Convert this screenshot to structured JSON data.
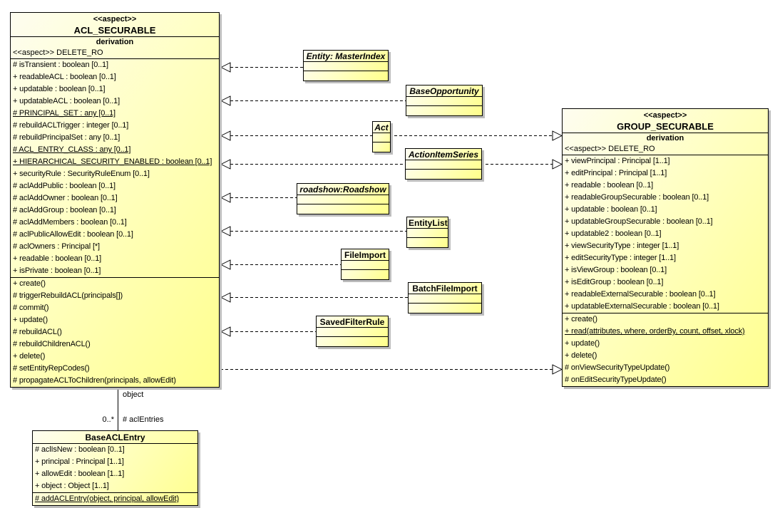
{
  "acl": {
    "stereotype": "<<aspect>>",
    "name": "ACL_SECURABLE",
    "tag": "derivation",
    "substereotype": "<<aspect>> DELETE_RO",
    "attributes": [
      "# isTransient : boolean [0..1]",
      "+ readableACL : boolean [0..1]",
      "+ updatable : boolean [0..1]",
      "+ updatableACL : boolean [0..1]",
      "# PRINCIPAL_SET : any [0..1]",
      "# rebuildACLTrigger : integer [0..1]",
      "# rebuildPrincipalSet : any [0..1]",
      "# ACL_ENTRY_CLASS : any [0..1]",
      "+ HIERARCHICAL_SECURITY_ENABLED : boolean [0..1]",
      "+ securityRule : SecurityRuleEnum [0..1]",
      "# aclAddPublic : boolean [0..1]",
      "# aclAddOwner : boolean [0..1]",
      "# aclAddGroup : boolean [0..1]",
      "# aclAddMembers : boolean [0..1]",
      "# aclPublicAllowEdit : boolean [0..1]",
      "# aclOwners : Principal [*]",
      "+ readable : boolean [0..1]",
      "+ isPrivate : boolean [0..1]"
    ],
    "operations": [
      "+ create()",
      "# triggerRebuildACL(principals[])",
      "# commit()",
      "+ update()",
      "# rebuildACL()",
      "# rebuildChildrenACL()",
      "+ delete()",
      "# setEntityRepCodes()",
      "# propagateACLToChildren(principals, allowEdit)"
    ]
  },
  "group": {
    "stereotype": "<<aspect>>",
    "name": "GROUP_SECURABLE",
    "tag": "derivation",
    "substereotype": "<<aspect>> DELETE_RO",
    "attributes": [
      "+ viewPrincipal : Principal [1..1]",
      "+ editPrincipal : Principal [1..1]",
      "+ readable : boolean [0..1]",
      "+ readableGroupSecurable : boolean [0..1]",
      "+ updatable : boolean [0..1]",
      "+ updatableGroupSecurable : boolean [0..1]",
      "+ updatable2 : boolean [0..1]",
      "+ viewSecurityType : integer [1..1]",
      "+ editSecurityType : integer [1..1]",
      "+ isViewGroup : boolean [0..1]",
      "+ isEditGroup : boolean [0..1]",
      "+ readableExternalSecurable : boolean [0..1]",
      "+ updatableExternalSecurable : boolean [0..1]"
    ],
    "operations": [
      "+ create()",
      "+ read(attributes, where, orderBy, count, offset, xlock)",
      "+ update()",
      "+ delete()",
      "# onViewSecurityTypeUpdate()",
      "# onEditSecurityTypeUpdate()"
    ]
  },
  "entry": {
    "name": "BaseACLEntry",
    "attributes": [
      "# aclIsNew : boolean [0..1]",
      "+ principal : Principal [1..1]",
      "+ allowEdit : boolean [1..1]",
      "+ object : Object [1..1]"
    ],
    "operations": [
      "# addACLEntry(object, principal, allowEdit)"
    ]
  },
  "satellites": [
    {
      "name": "Entity: MasterIndex"
    },
    {
      "name": "BaseOpportunity"
    },
    {
      "name": "Act"
    },
    {
      "name": "ActionItemSeries"
    },
    {
      "name": "roadshow:Roadshow"
    },
    {
      "name": "EntityList"
    },
    {
      "name": "FileImport"
    },
    {
      "name": "BatchFileImport"
    },
    {
      "name": "SavedFilterRule"
    }
  ],
  "association": {
    "role": "object",
    "multiplicity": "0..*",
    "target_role": "# aclEntries"
  },
  "colors": {
    "box_fill_light": "#fefdf0",
    "box_fill_yellow": "#ffff8e",
    "border": "#000000",
    "shadow": "#bcbcbc",
    "background": "#ffffff"
  }
}
